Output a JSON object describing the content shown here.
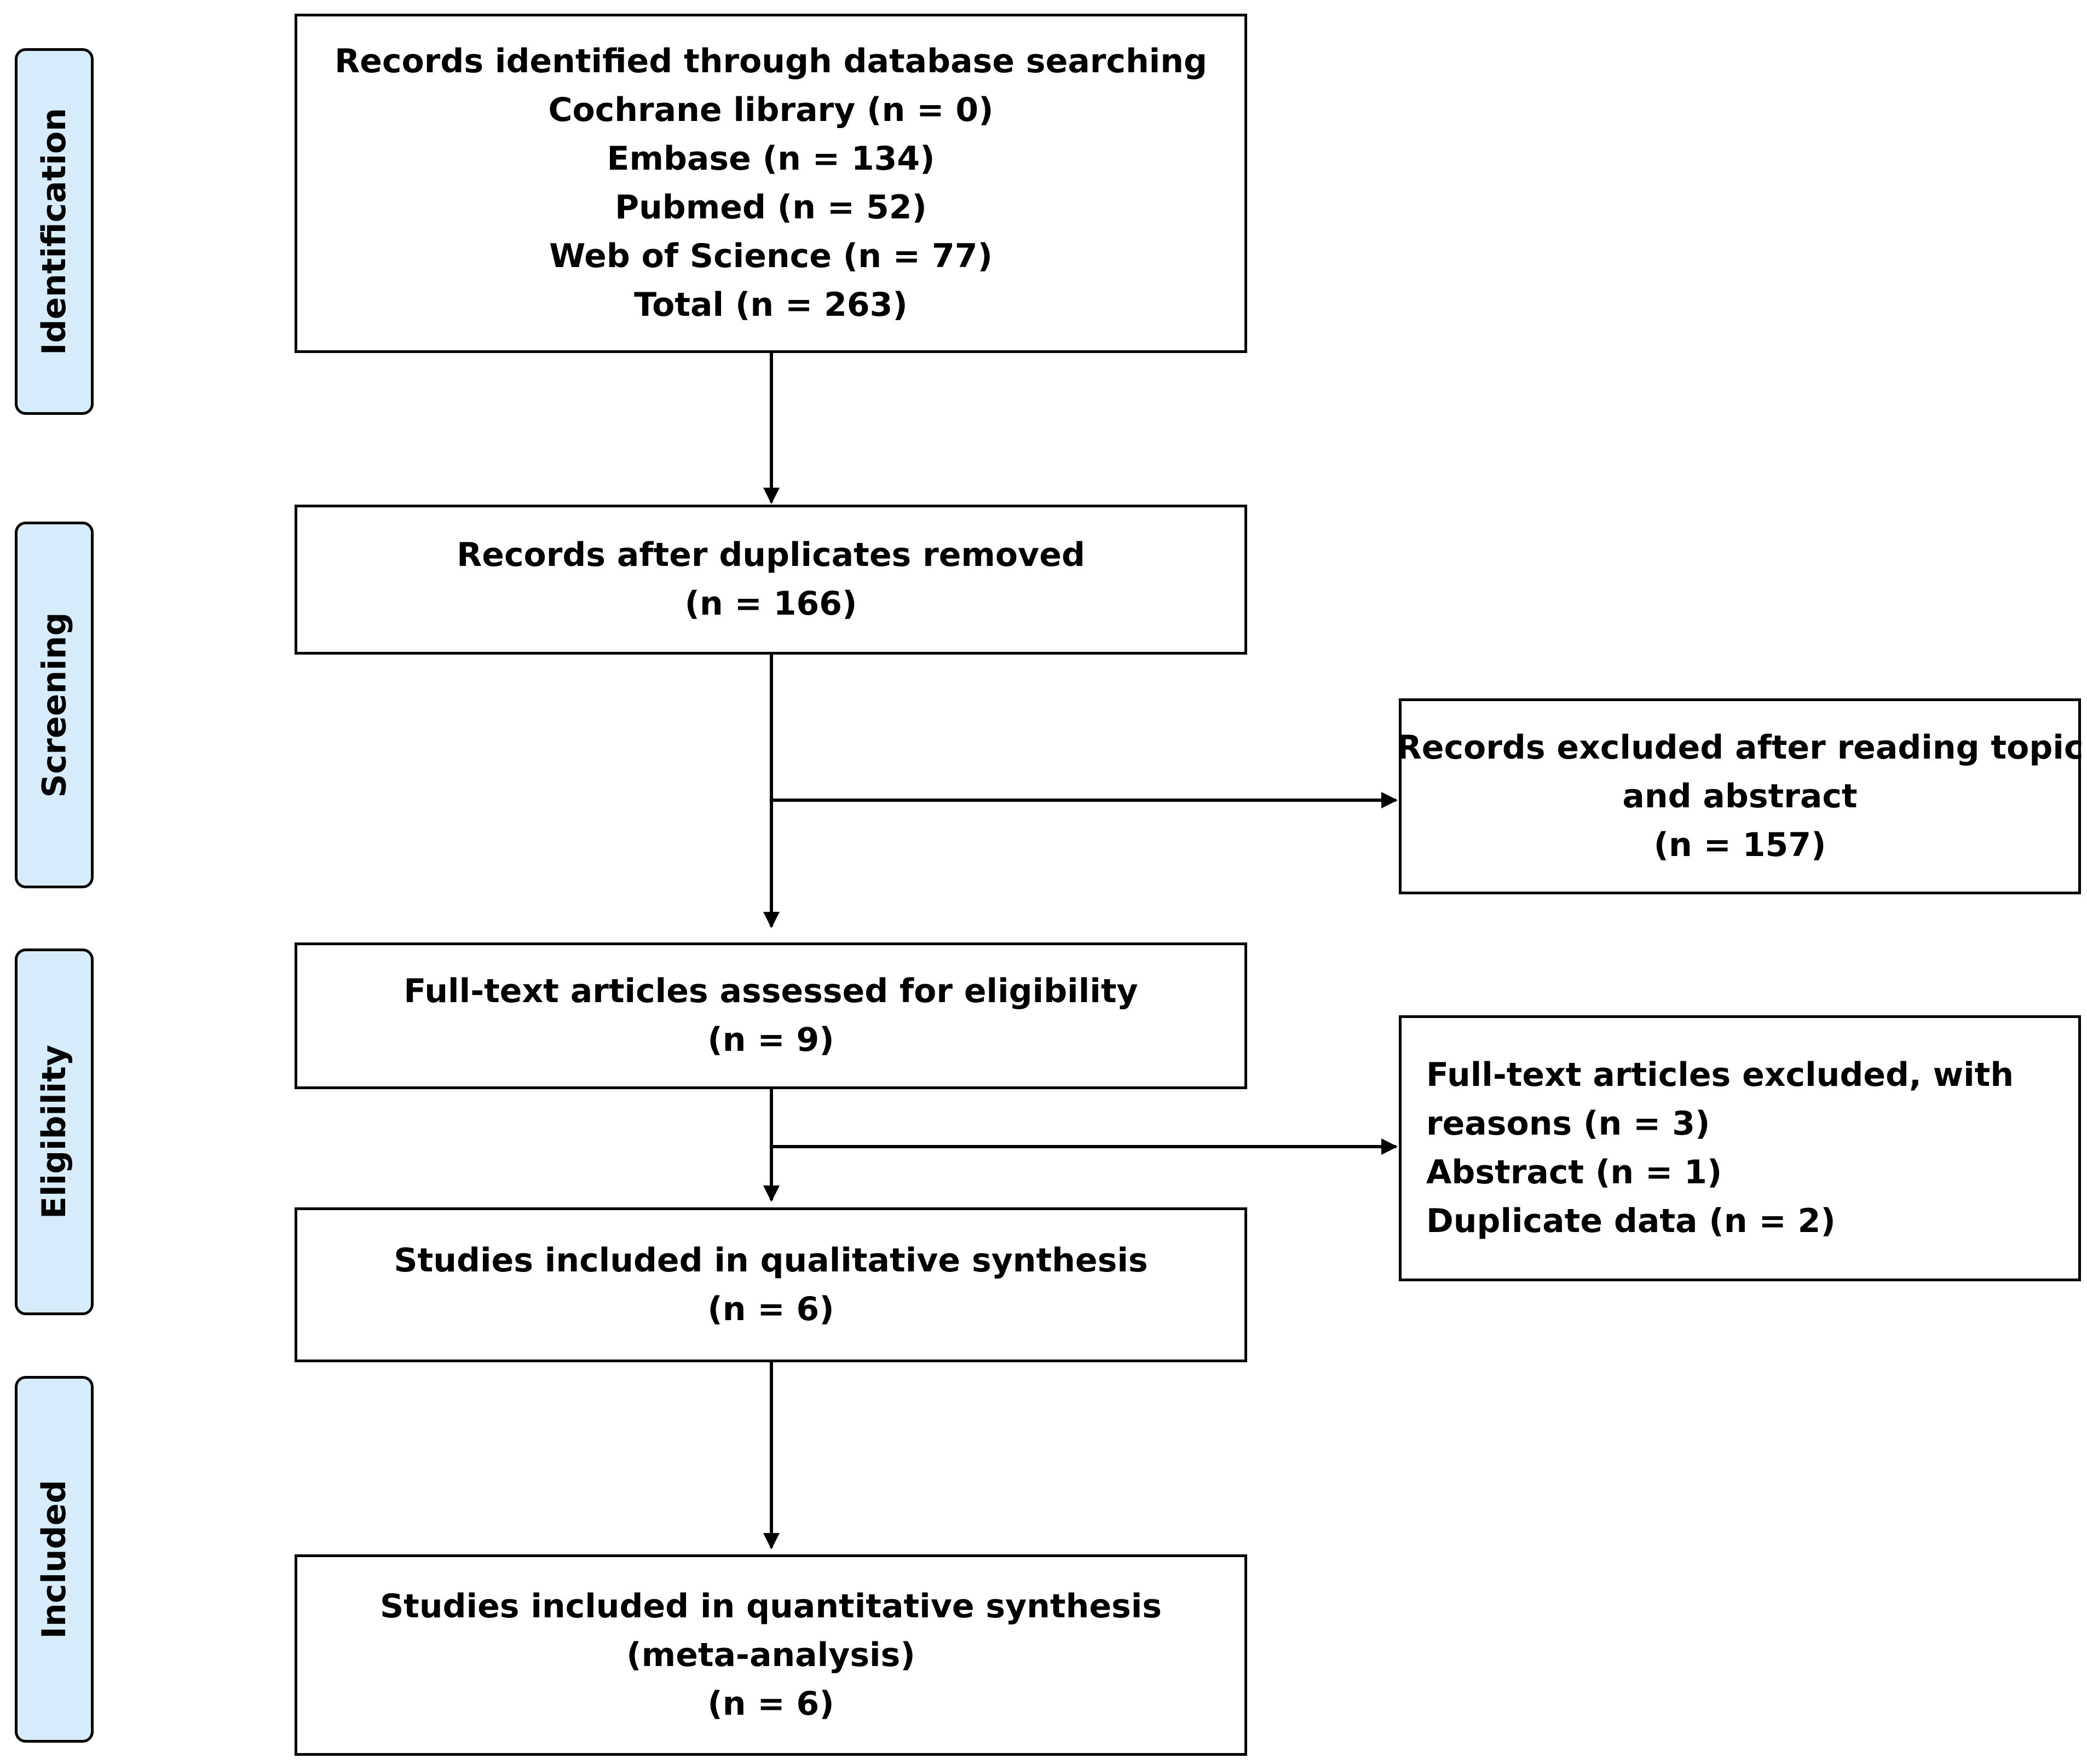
{
  "colors": {
    "stage_fill": "#d6ecfb",
    "border": "#000000",
    "text": "#000000"
  },
  "stages": {
    "identification": "Identification",
    "screening": "Screening",
    "eligibility": "Eligibility",
    "included": "Included"
  },
  "boxes": {
    "identified": {
      "lines": [
        "Records identified through database searching",
        "Cochrane library (n = 0)",
        "Embase (n = 134)",
        "Pubmed (n = 52)",
        "Web of Science (n = 77)",
        "Total (n = 263)"
      ]
    },
    "after_duplicates": {
      "lines": [
        "Records after duplicates removed",
        "(n = 166)"
      ]
    },
    "excluded_topic": {
      "lines": [
        "Records excluded after reading topic",
        "and abstract",
        "(n = 157)"
      ]
    },
    "full_text": {
      "lines": [
        "Full-text articles assessed for eligibility",
        "(n = 9)"
      ]
    },
    "full_text_excluded": {
      "lines": [
        "Full-text articles excluded, with",
        "reasons (n = 3)",
        "Abstract (n = 1)",
        "Duplicate data (n = 2)"
      ]
    },
    "qualitative": {
      "lines": [
        "Studies included in qualitative synthesis",
        "(n = 6)"
      ]
    },
    "quantitative": {
      "lines": [
        "Studies included in quantitative synthesis",
        "(meta-analysis)",
        "(n = 6)"
      ]
    }
  }
}
